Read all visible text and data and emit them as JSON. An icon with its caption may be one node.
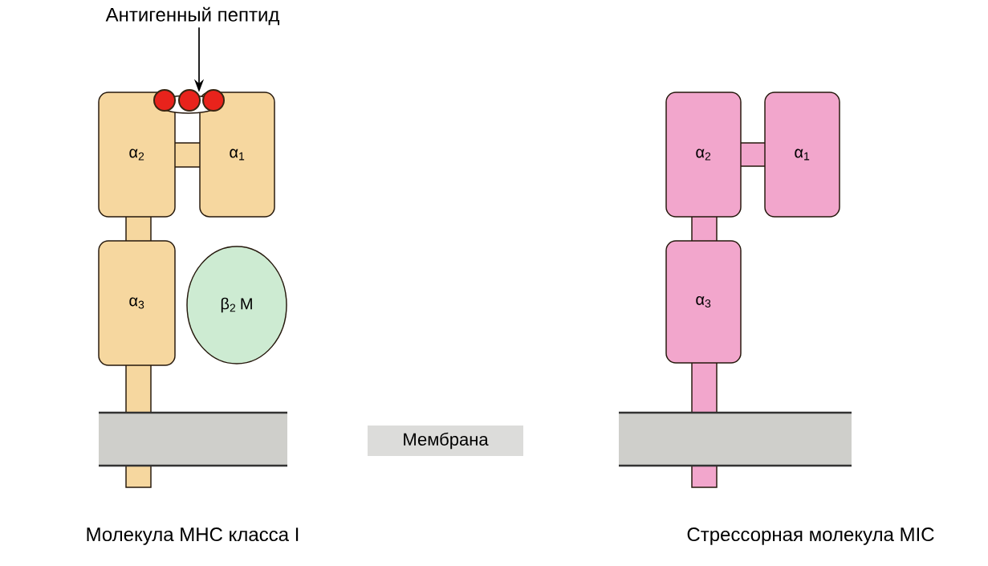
{
  "diagram": {
    "nodes": [
      {
        "text": [
          "Антигенный пептид"
        ]
      },
      {
        "text": [],
        "shape": "circle"
      },
      {
        "text": [
          "α$_{2}$"
        ]
      },
      {
        "text": [
          "α$_{1}$"
        ]
      },
      {
        "text": [
          "α$_{3}$"
        ]
      },
      {
        "text": [
          "β$_{2}$ M"
        ]
      },
      {
        "text": [
          "α$_{2}$"
        ]
      },
      {
        "text": [
          "α$_{1}$"
        ]
      },
      {
        "text": [
          "α$_{3}$"
        ]
      },
      {
        "text": [
          "Мембрана"
        ]
      }
    ],
    "edges": [
      {
        "from": 0,
        "to": 1,
        "arrow": "to"
      }
    ],
    "labels": [
      "Молекула МНС класса I",
      "Стрессорная молекула MIC"
    ]
  }
}
